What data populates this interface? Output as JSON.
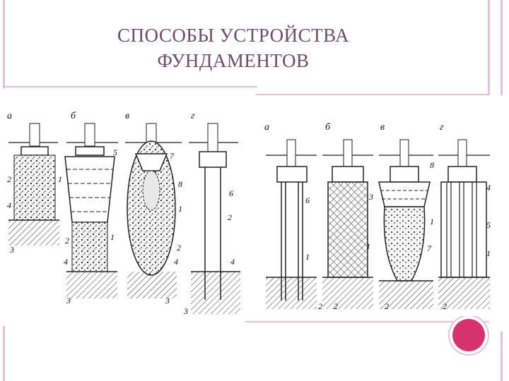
{
  "slide": {
    "title_line1": "СПОСОБЫ УСТРОЙСТВА",
    "title_line2": "ФУНДАМЕНТОВ",
    "accent_color": "#d6336c",
    "frame_color": "#e3c3d3"
  },
  "left_figure": {
    "variant_labels": [
      "а",
      "б",
      "в",
      "г"
    ],
    "callouts": [
      "1",
      "2",
      "3",
      "4",
      "5",
      "6",
      "7",
      "8"
    ]
  },
  "right_figure": {
    "variant_labels": [
      "а",
      "б",
      "в",
      "г"
    ],
    "callouts": [
      "1",
      "2",
      "3",
      "4",
      "5",
      "6",
      "7",
      "8"
    ]
  }
}
